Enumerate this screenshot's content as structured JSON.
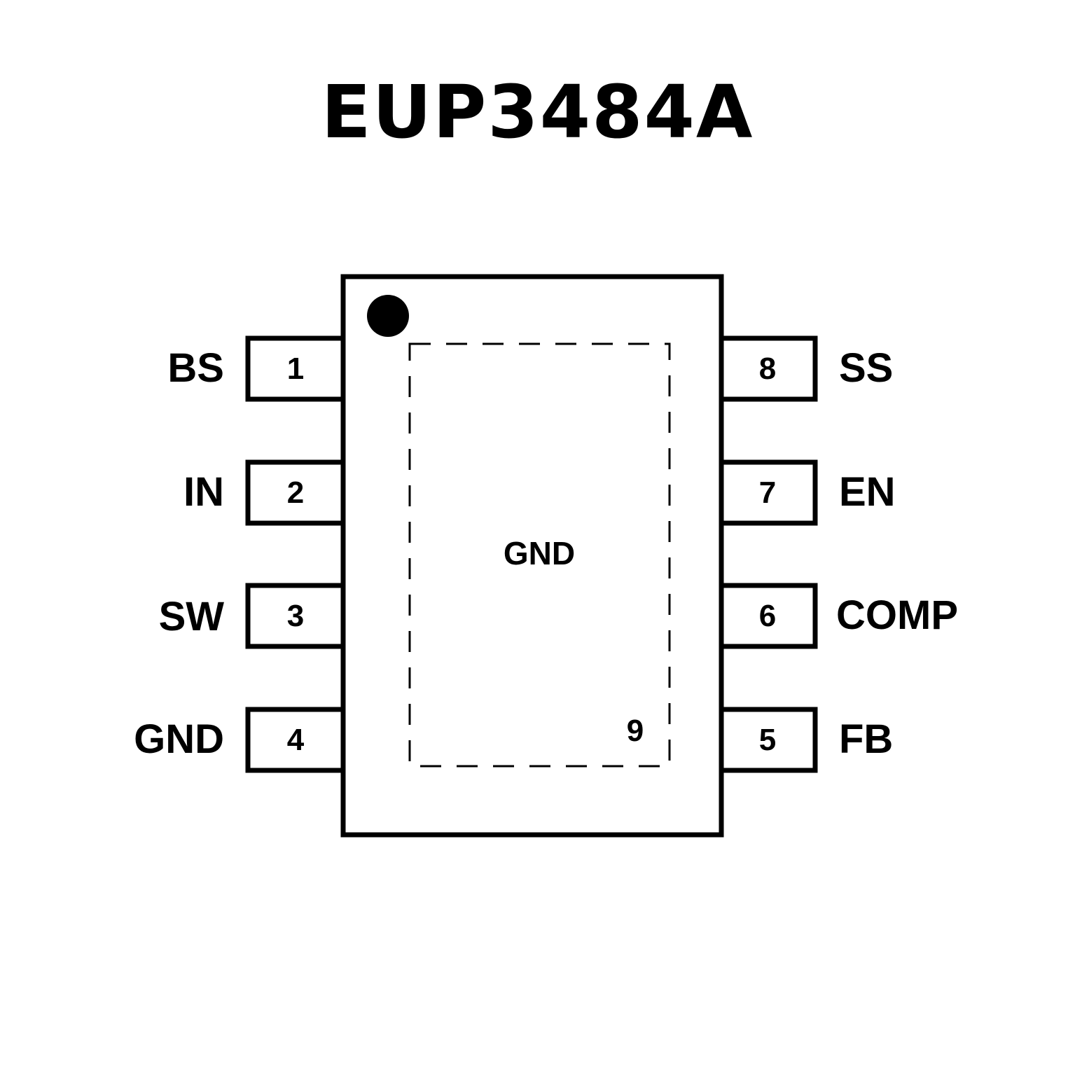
{
  "title": "EUP3484A",
  "package": {
    "exposed_pad_label": "GND",
    "exposed_pad_number": "9"
  },
  "pins_left": [
    {
      "number": "1",
      "name": "BS"
    },
    {
      "number": "2",
      "name": "IN"
    },
    {
      "number": "3",
      "name": "SW"
    },
    {
      "number": "4",
      "name": "GND"
    }
  ],
  "pins_right": [
    {
      "number": "8",
      "name": "SS"
    },
    {
      "number": "7",
      "name": "EN"
    },
    {
      "number": "6",
      "name": "COMP"
    },
    {
      "number": "5",
      "name": "FB"
    }
  ]
}
